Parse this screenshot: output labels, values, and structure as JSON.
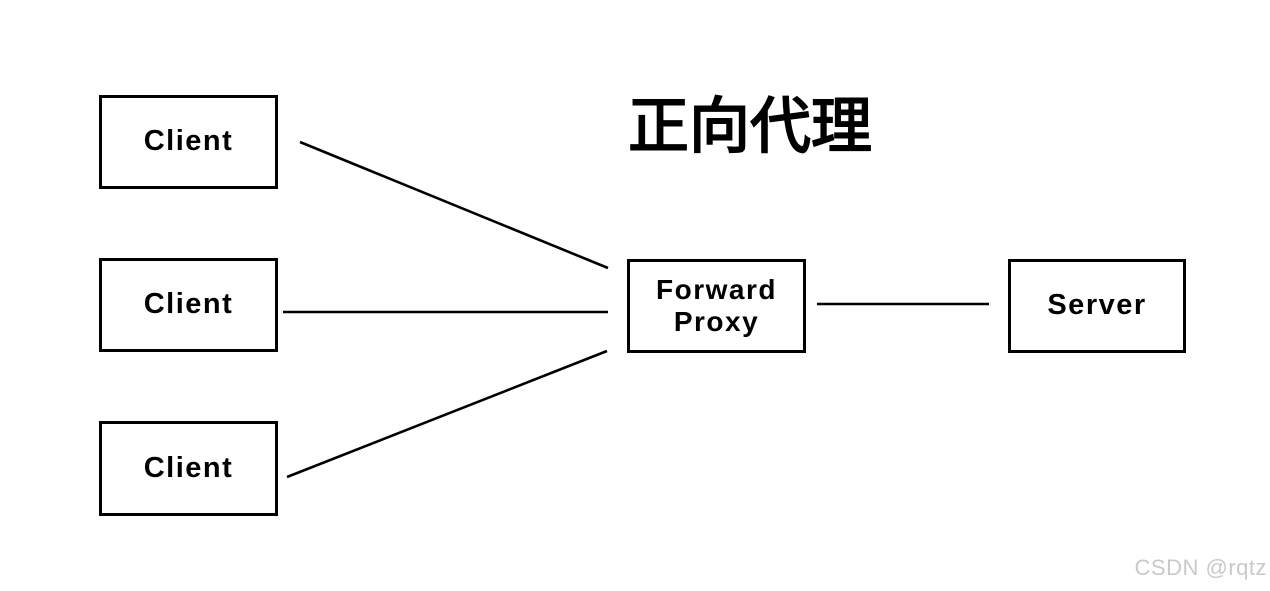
{
  "diagram": {
    "title": "正向代理",
    "clients": [
      {
        "label": "Client"
      },
      {
        "label": "Client"
      },
      {
        "label": "Client"
      }
    ],
    "proxy": {
      "label": "Forward Proxy"
    },
    "server": {
      "label": "Server"
    },
    "connections": [
      {
        "from": "client-1",
        "to": "forward-proxy"
      },
      {
        "from": "client-2",
        "to": "forward-proxy"
      },
      {
        "from": "client-3",
        "to": "forward-proxy"
      },
      {
        "from": "forward-proxy",
        "to": "server"
      }
    ]
  },
  "watermark": {
    "text": "CSDN @rqtz"
  },
  "colors": {
    "background": "#ffffff",
    "box_border": "#000000",
    "line": "#000000",
    "text": "#000000",
    "watermark": "#c9c9c9"
  }
}
